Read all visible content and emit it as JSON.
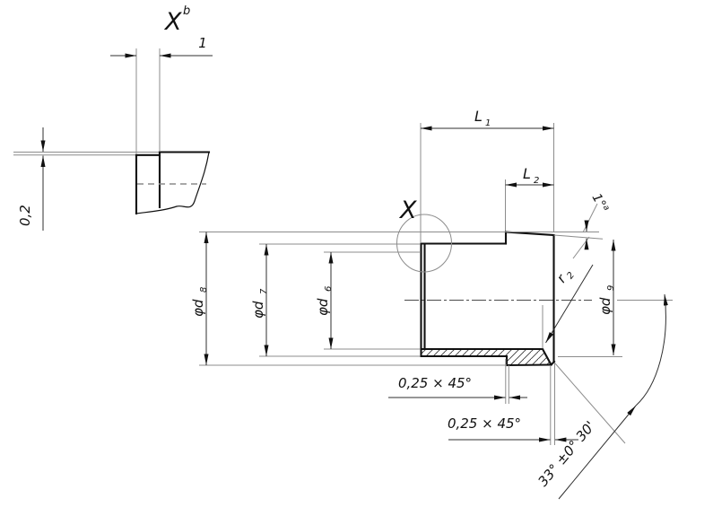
{
  "figure": {
    "type": "technical-drawing",
    "background": "#ffffff",
    "line_color": "#111111",
    "thin_line_color": "#8c8c8c",
    "detail_view": {
      "title": "X",
      "title_superscript": "b",
      "groove_width_dim": "1",
      "groove_depth_dim": "0,2"
    },
    "main_view": {
      "detail_marker": "X",
      "dim_L1": {
        "letter": "L",
        "subscript": "1"
      },
      "dim_L2": {
        "letter": "L",
        "subscript": "2"
      },
      "dim_d8": {
        "letter": "φd",
        "subscript": "8"
      },
      "dim_d7": {
        "letter": "φd",
        "subscript": "7"
      },
      "dim_d6": {
        "letter": "φd",
        "subscript": "6"
      },
      "dim_d9": {
        "letter": "φd",
        "subscript": "9"
      },
      "dim_taper": {
        "value": "1°",
        "superscript": "a"
      },
      "dim_radius": {
        "letter": "r",
        "subscript": "2"
      },
      "dim_chamfer_step": "0,25 × 45°",
      "dim_chamfer_end": "0,25 × 45°",
      "dim_cone_angle": "33° ±0° 30'"
    }
  }
}
